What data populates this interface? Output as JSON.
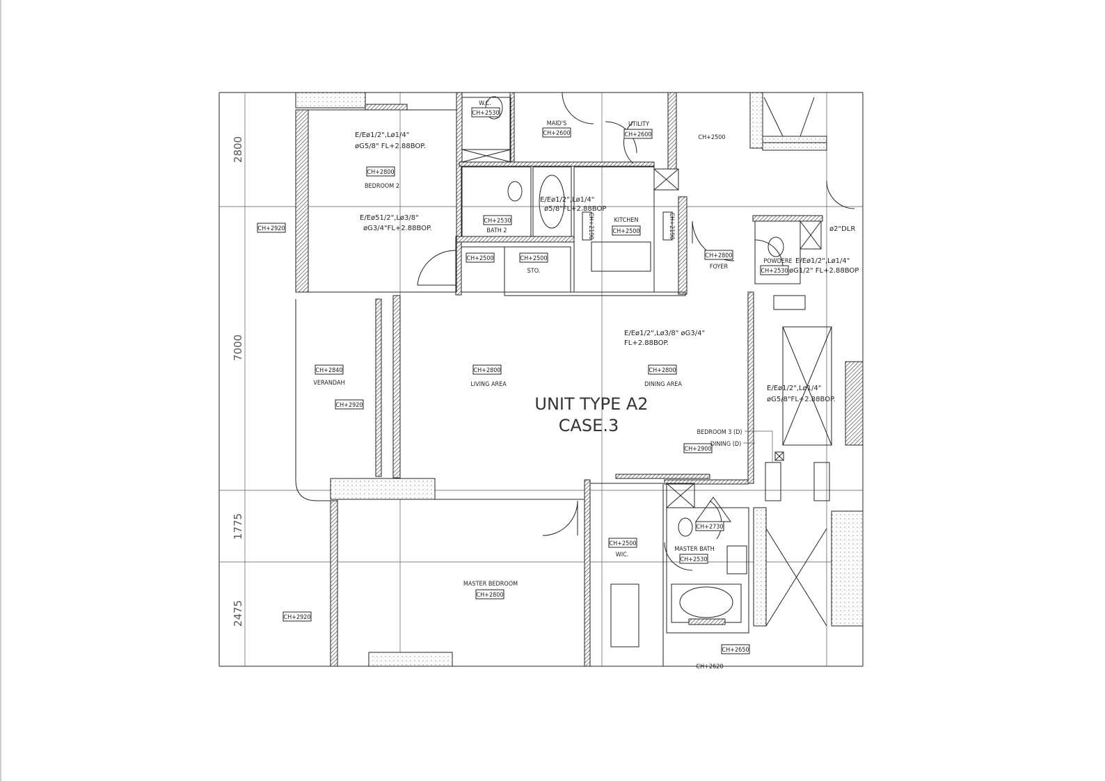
{
  "title": {
    "line1": "UNIT TYPE A2",
    "line2": "CASE.3"
  },
  "dimensions": [
    "2800",
    "7000",
    "1775",
    "2475"
  ],
  "rooms": {
    "wc": {
      "name": "W.C.",
      "ch": "CH+2530"
    },
    "maids": {
      "name": "MAID'S",
      "ch": "CH+2600"
    },
    "utility": {
      "name": "UTILITY",
      "ch": "CH+2600"
    },
    "lift_lobby": {
      "ch": "CH+2500"
    },
    "bedroom2": {
      "name": "BEDROOM 2",
      "ch": "CH+2800",
      "window_ch": "CH+2920",
      "note1a": "E/Eø1/2\",Lø1/4\"",
      "note1b": "øG5/8\" FL+2.88BOP.",
      "note2a": "E/Eø51/2\",Lø3/8\"",
      "note2b": "øG3/4\"FL+2.88BOP."
    },
    "bath2": {
      "name": "BATH 2",
      "ch": "CH+2530",
      "note_a": "E/Eø1/2\",Lø1/4\"",
      "note_b": "ø5/8\"FL+2.88BOP"
    },
    "kitchen": {
      "name": "KITCHEN",
      "ch": "CH+2500",
      "ch_side1": "CH+2190",
      "ch_side2": "CH+2190"
    },
    "store": {
      "name": "STO.",
      "ch": "CH+2500",
      "ch_corridor": "CH+2500"
    },
    "foyer": {
      "name": "FOYER",
      "ch": "CH+2800"
    },
    "powder": {
      "name": "POWDERE",
      "ch": "CH+2530",
      "note_a": "E/Eø1/2\",Lø1/4\"",
      "note_b": "øG1/2\" FL+2.88BOP",
      "drain": "ø2\"DLR"
    },
    "verandah": {
      "name": "VERANDAH",
      "ch": "CH+2840",
      "window_ch": "CH+2920"
    },
    "living": {
      "name": "LIVING AREA",
      "ch": "CH+2800"
    },
    "dining": {
      "name": "DINING AREA",
      "ch": "CH+2800",
      "note_a": "E/Eø1/2\",Lø3/8\" øG3/4\"",
      "note_b": "FL+2.88BOP."
    },
    "bedroom3": {
      "note_a": "E/Eø1/2\",Lø1/4\"",
      "note_b": "øG5/8\"FL+2.88BOP."
    },
    "ac": {
      "label1": "BEDROOM 3 (D)",
      "label2": "DINING (D)",
      "ch": "CH+2900"
    },
    "master_bath": {
      "name": "MASTER BATH",
      "ch": "CH+2530",
      "wc_ch": "CH+2730",
      "bath_ch": "CH+2650",
      "bottom_ch": "CH+2620"
    },
    "wic": {
      "name": "WIC.",
      "ch": "CH+2500"
    },
    "master_bedroom": {
      "name": "MASTER BEDROOM",
      "ch": "CH+2800",
      "window_ch": "CH+2920"
    }
  },
  "colors": {
    "line": "#222222",
    "background": "#ffffff"
  }
}
